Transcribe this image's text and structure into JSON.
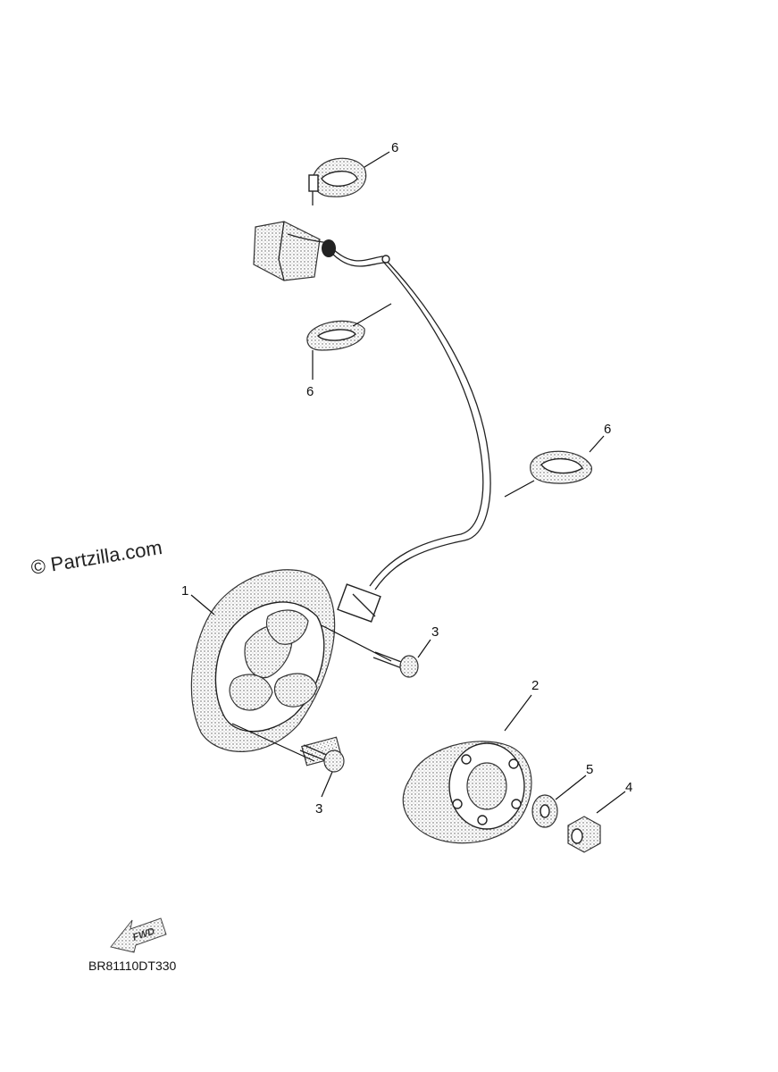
{
  "watermark": "© Partzilla.com",
  "diagram_code": "BR81110DT330",
  "fwd_label": "FWD",
  "callouts": {
    "clip_top": "6",
    "clip_middle": "6",
    "clip_right": "6",
    "stator": "1",
    "bolt_upper": "3",
    "bolt_lower": "3",
    "rotor": "2",
    "washer": "5",
    "nut": "4"
  }
}
